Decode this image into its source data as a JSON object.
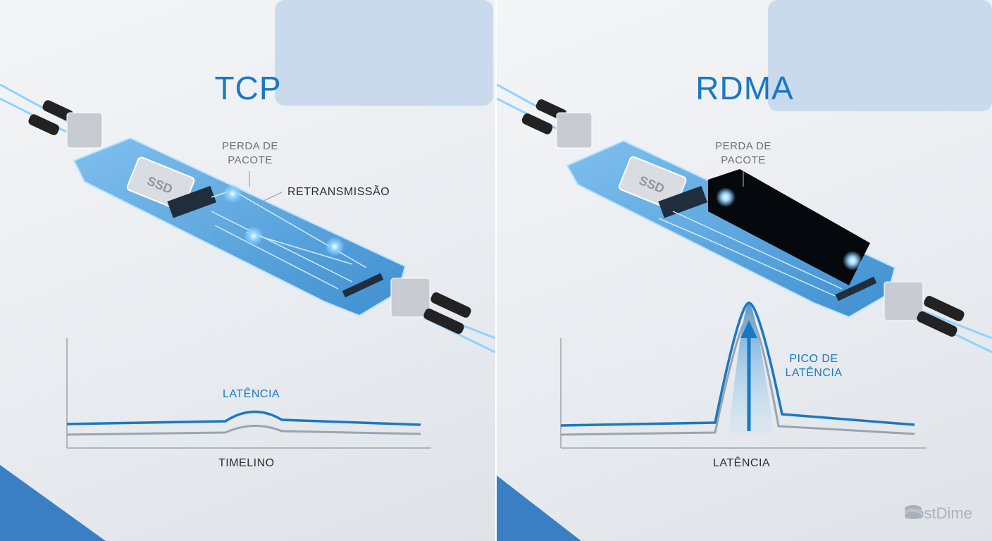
{
  "left": {
    "title": "TCP",
    "chip_label": "SSD",
    "packet_loss_label": "PERDA DE\nPACOTE",
    "retransmission_label": "RETRANSMISSÃO",
    "curve_label": "LATÊNCIA",
    "axis_label": "TIMELINO"
  },
  "right": {
    "title": "RDMA",
    "chip_label": "SSD",
    "packet_loss_label": "PERDA DE\nPACOTE",
    "spike_label": "PICO DE\nLATÊNCIA",
    "axis_label": "LATÊNCIA"
  },
  "brand": {
    "name": "HostDime",
    "logo_icon": "stacked-disc-icon"
  },
  "colors": {
    "accent": "#1a78c2",
    "board": "#5aa6e0",
    "glow": "#8fd3ff",
    "gray_line": "#9aa4b0"
  }
}
